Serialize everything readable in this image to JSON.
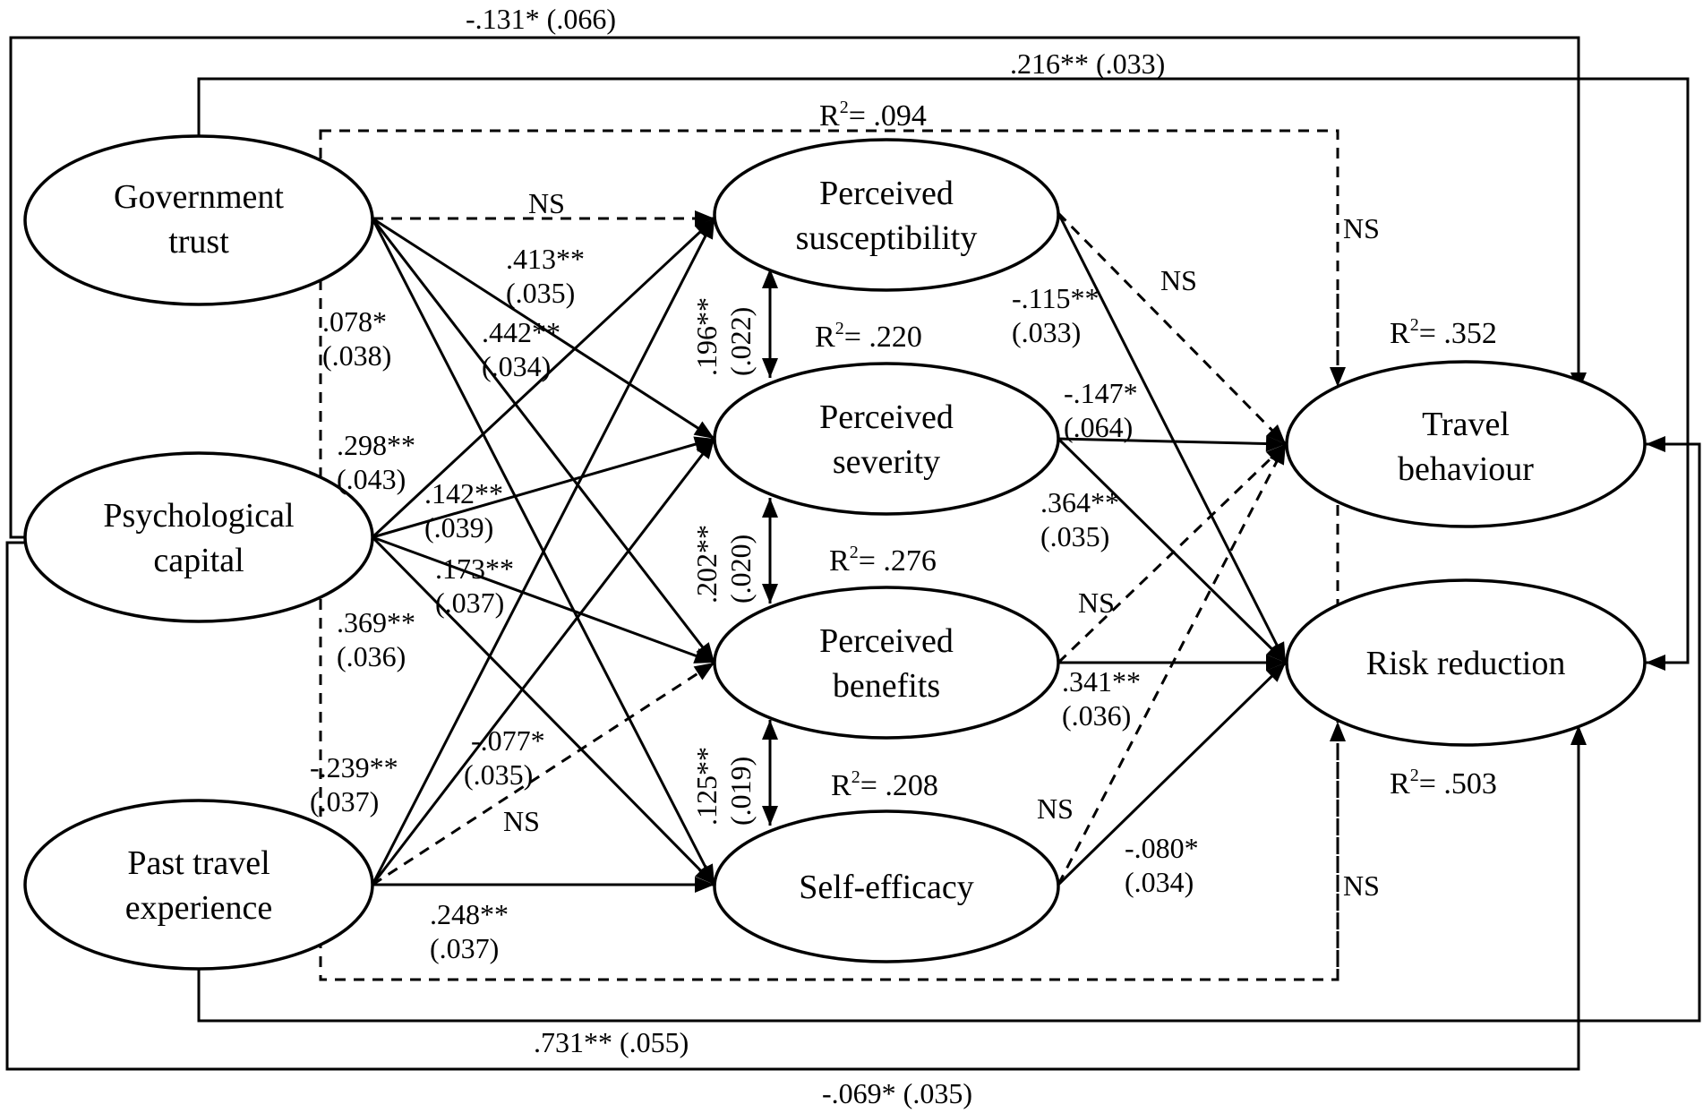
{
  "nodes": {
    "government_trust": [
      "Government",
      "trust"
    ],
    "psychological_capital": [
      "Psychological",
      "capital"
    ],
    "past_travel_experience": [
      "Past travel",
      "experience"
    ],
    "perceived_susceptibility": [
      "Perceived",
      "susceptibility"
    ],
    "perceived_severity": [
      "Perceived",
      "severity"
    ],
    "perceived_benefits": [
      "Perceived",
      "benefits"
    ],
    "self_efficacy": [
      "Self-efficacy"
    ],
    "travel_behaviour": [
      "Travel",
      "behaviour"
    ],
    "risk_reduction": [
      "Risk reduction"
    ]
  },
  "r_squared": {
    "box": {
      "r": "R",
      "sup": "2",
      "val": "= .094"
    },
    "severity": {
      "r": "R",
      "sup": "2",
      "val": "= .220"
    },
    "benefits": {
      "r": "R",
      "sup": "2",
      "val": "= .276"
    },
    "self_efficacy": {
      "r": "R",
      "sup": "2",
      "val": "= .208"
    },
    "travel_behaviour": {
      "r": "R",
      "sup": "2",
      "val": "= .352"
    },
    "risk_reduction": {
      "r": "R",
      "sup": "2",
      "val": "= .503"
    }
  },
  "labels": {
    "gt_tb_outer": ".131* (.066)",
    "gt_tb_outer_prefix": "-",
    "gt_rr_top": ".216** (.033)",
    "ptx_tb_bottom": ".731** (.055)",
    "psy_rr_bottom": "-.069* (.035)",
    "gt_ps_ns": "NS",
    "gt_sev_1": ".413**",
    "gt_sev_2": "(.035)",
    "gt_ben_1": ".442**",
    "gt_ben_2": "(.034)",
    "gt_se_1": ".078*",
    "gt_se_2": "(.038)",
    "psy_ps_1": ".298**",
    "psy_ps_2": "(.043)",
    "psy_sev_1": ".142**",
    "psy_sev_2": "(.039)",
    "psy_ben_1": ".173**",
    "psy_ben_2": "(.037)",
    "psy_se_1": ".369**",
    "psy_se_2": "(.036)",
    "ptx_ps_1": "-.239**",
    "ptx_ps_2": "(.037)",
    "ptx_sev_1": "-.077*",
    "ptx_sev_2": "(.035)",
    "ptx_ben_ns": "NS",
    "ptx_se_1": ".248**",
    "ptx_se_2": "(.037)",
    "cov_ps_sev_1": ".196**",
    "cov_ps_sev_2": "(.022)",
    "cov_sev_ben_1": ".202**",
    "cov_sev_ben_2": "(.020)",
    "cov_ben_se_1": ".125**",
    "cov_ben_se_2": "(.019)",
    "ps_tb_ns": "NS",
    "ps_rr_1": "-.115**",
    "ps_rr_2": "(.033)",
    "sev_tb_1": "-.147*",
    "sev_tb_2": "(.064)",
    "sev_rr_1": ".364**",
    "sev_rr_2": "(.035)",
    "ben_tb_ns": "NS",
    "ben_rr_1": ".341**",
    "ben_rr_2": "(.036)",
    "se_tb_ns": "NS",
    "se_rr_1": "-.080*",
    "se_rr_2": "(.034)",
    "box_tb_ns": "NS",
    "box_rr_ns": "NS"
  }
}
